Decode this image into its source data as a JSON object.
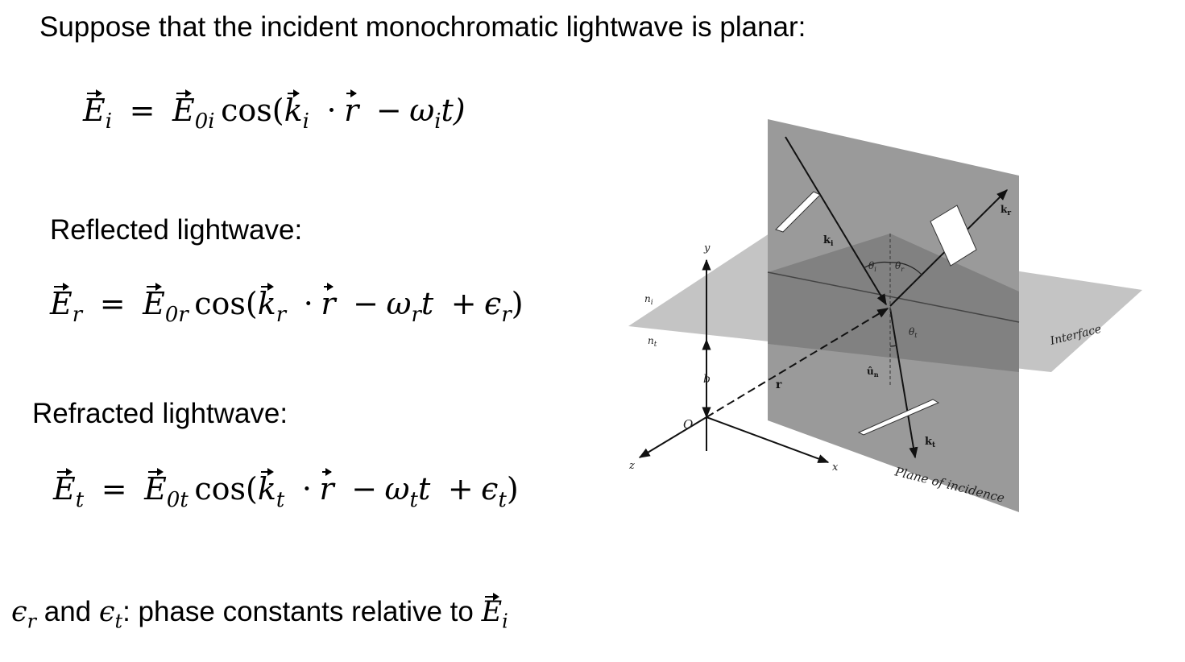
{
  "intro": "Suppose that the incident monochromatic lightwave is planar:",
  "eq_incident": {
    "E": "E",
    "sub_i": "i",
    "equals": "=",
    "E0": "E",
    "sub_0i": "0i",
    "cos": "cos(",
    "k": "k",
    "sub_ki": "i",
    "dot": "·",
    "r": "r",
    "minus": "−",
    "omega": "ω",
    "sub_wi": "i",
    "t_close": "t)"
  },
  "reflected_label": "Reflected lightwave:",
  "eq_reflected": {
    "E": "E",
    "sub": "r",
    "equals": "=",
    "E0": "E",
    "sub_0": "0r",
    "cos": "cos(",
    "k": "k",
    "sub_k": "r",
    "dot": "·",
    "r": "r",
    "minus": "−",
    "omega": "ω",
    "sub_w": "r",
    "t": "t",
    "plus": "+",
    "eps": "ϵ",
    "sub_eps": "r",
    "close": ")"
  },
  "refracted_label": "Refracted lightwave:",
  "eq_refracted": {
    "E": "E",
    "sub": "t",
    "equals": "=",
    "E0": "E",
    "sub_0": "0t",
    "cos": "cos(",
    "k": "k",
    "sub_k": "t",
    "dot": "·",
    "r": "r",
    "minus": "−",
    "omega": "ω",
    "sub_w": "t",
    "t": "t",
    "plus": "+",
    "eps": "ϵ",
    "sub_eps": "t",
    "close": ")"
  },
  "phase_note": {
    "eps_r": "ϵ",
    "sub_r": "r",
    "and": "and",
    "eps_t": "ϵ",
    "sub_t": "t",
    "rest": ": phase constants relative to",
    "E": "E",
    "sub_i": "i"
  },
  "diagram": {
    "label_y": "y",
    "label_x": "x",
    "label_z": "z",
    "label_o": "O",
    "label_b": "b",
    "label_ni": "n",
    "label_ni_sub": "i",
    "label_nt": "n",
    "label_nt_sub": "t",
    "label_r": "r",
    "label_ki": "k",
    "label_ki_sub": "i",
    "label_kr": "k",
    "label_kr_sub": "r",
    "label_kt": "k",
    "label_kt_sub": "t",
    "label_thi": "θ",
    "label_thi_sub": "i",
    "label_thr": "θ",
    "label_thr_sub": "r",
    "label_tht": "θ",
    "label_tht_sub": "t",
    "label_un": "û",
    "label_un_sub": "n",
    "interface_label": "Interface",
    "plane_label": "Plane of incidence",
    "colors": {
      "plane": "#9a9a9a",
      "interface": "#c4c4c4",
      "overlap": "#7e7e7e"
    }
  }
}
